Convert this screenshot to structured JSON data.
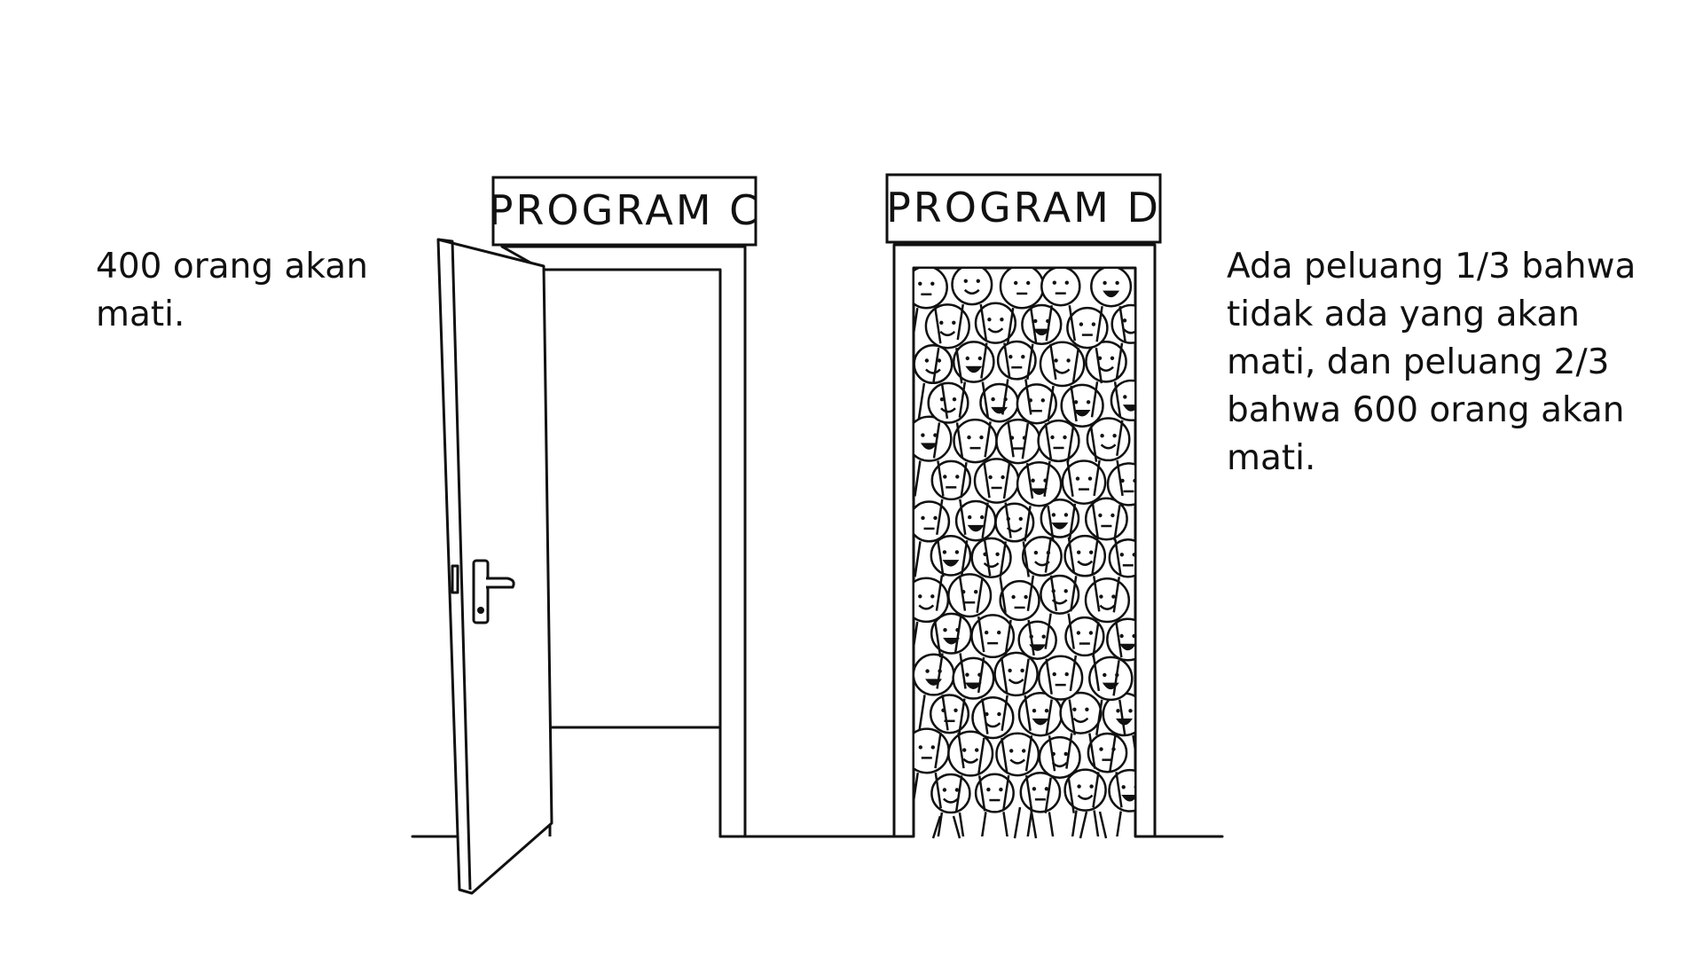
{
  "captions": {
    "program_c": "400 orang akan mati.",
    "program_d": "Ada peluang 1/3 bahwa tidak ada yang akan mati, dan peluang 2/3 bahwa 600 orang akan mati."
  },
  "signs": {
    "program_c": "PROGRAM C",
    "program_d": "PROGRAM D"
  },
  "icons": {
    "left_door": "open-door-icon",
    "right_door": "crowd-doorway-icon"
  },
  "colors": {
    "background": "#ffffff",
    "ink": "#111111"
  }
}
